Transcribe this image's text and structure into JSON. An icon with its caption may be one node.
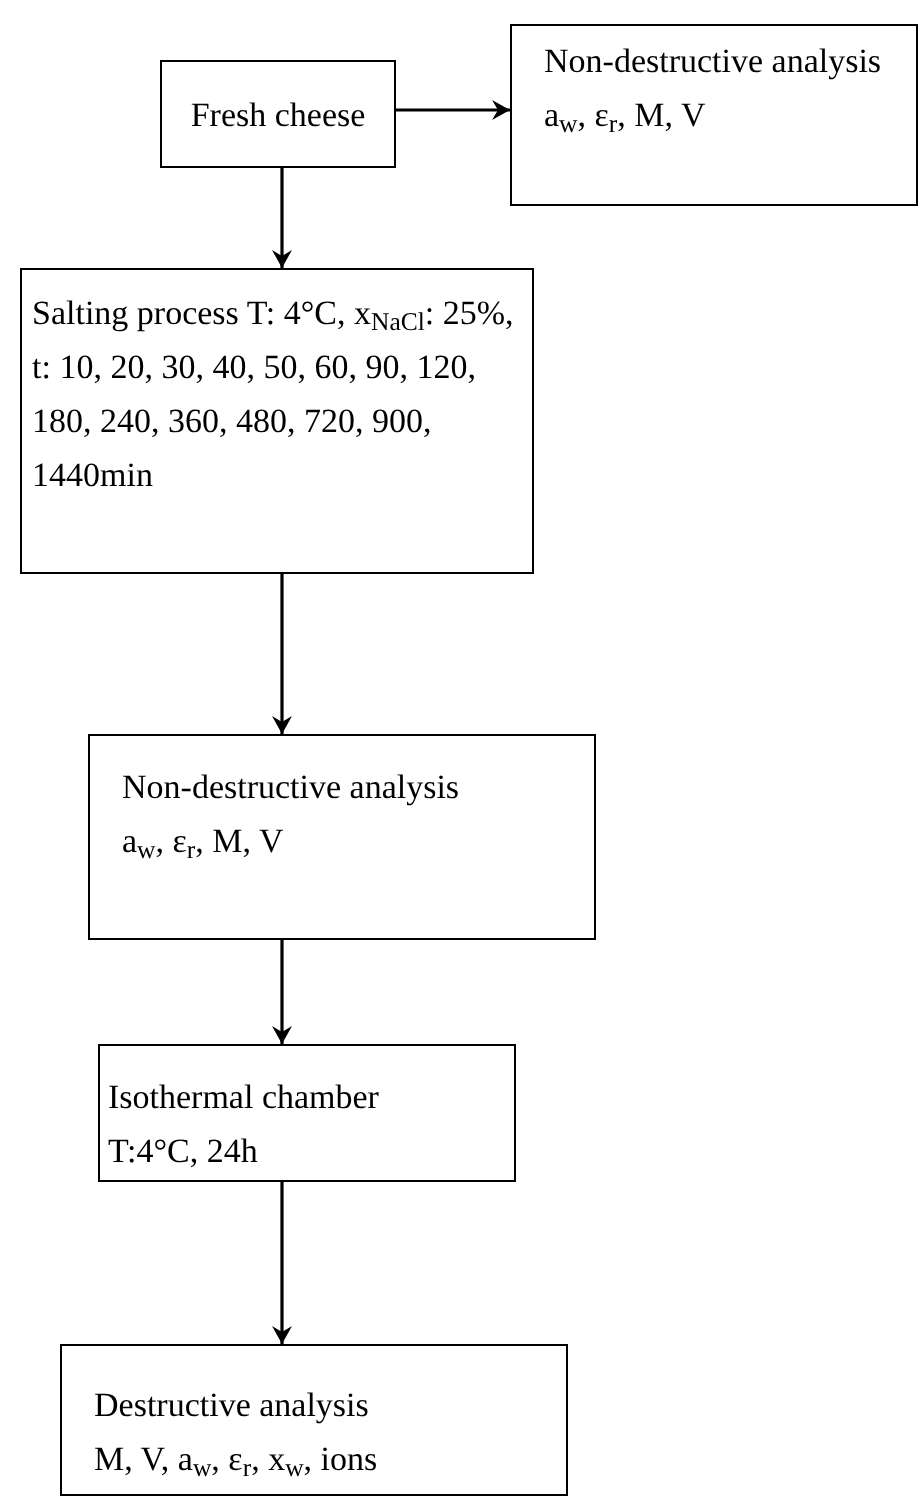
{
  "diagram": {
    "nodes": [
      {
        "text": [
          "Fresh cheese"
        ]
      },
      {
        "text": [
          "Non-destructive analysis",
          "a$_{w}$, ε$_{r}$, M, V"
        ]
      },
      {
        "text": [
          "Salting process T: 4°C, x$_{NaCl}$: 25%, t: 10, 20, 30, 40, 50, 60, 90, 120, 180, 240, 360, 480, 720, 900, 1440min"
        ]
      },
      {
        "text": [
          "Non-destructive analysis",
          "a$_{w}$, ε$_{r}$, M, V"
        ]
      },
      {
        "text": [
          "Isothermal chamber",
          "T:4°C, 24h"
        ]
      },
      {
        "text": [
          "Destructive analysis",
          "M, V, a$_{w}$, ε$_{r}$, x$_{w}$, ions"
        ]
      }
    ],
    "edges": [
      {
        "from": 0,
        "to": 1,
        "arrow": "to"
      },
      {
        "from": 0,
        "to": 2,
        "arrow": "to"
      },
      {
        "from": 2,
        "to": 3,
        "arrow": "to"
      },
      {
        "from": 3,
        "to": 4,
        "arrow": "to"
      },
      {
        "from": 4,
        "to": 5,
        "arrow": "to"
      }
    ]
  }
}
